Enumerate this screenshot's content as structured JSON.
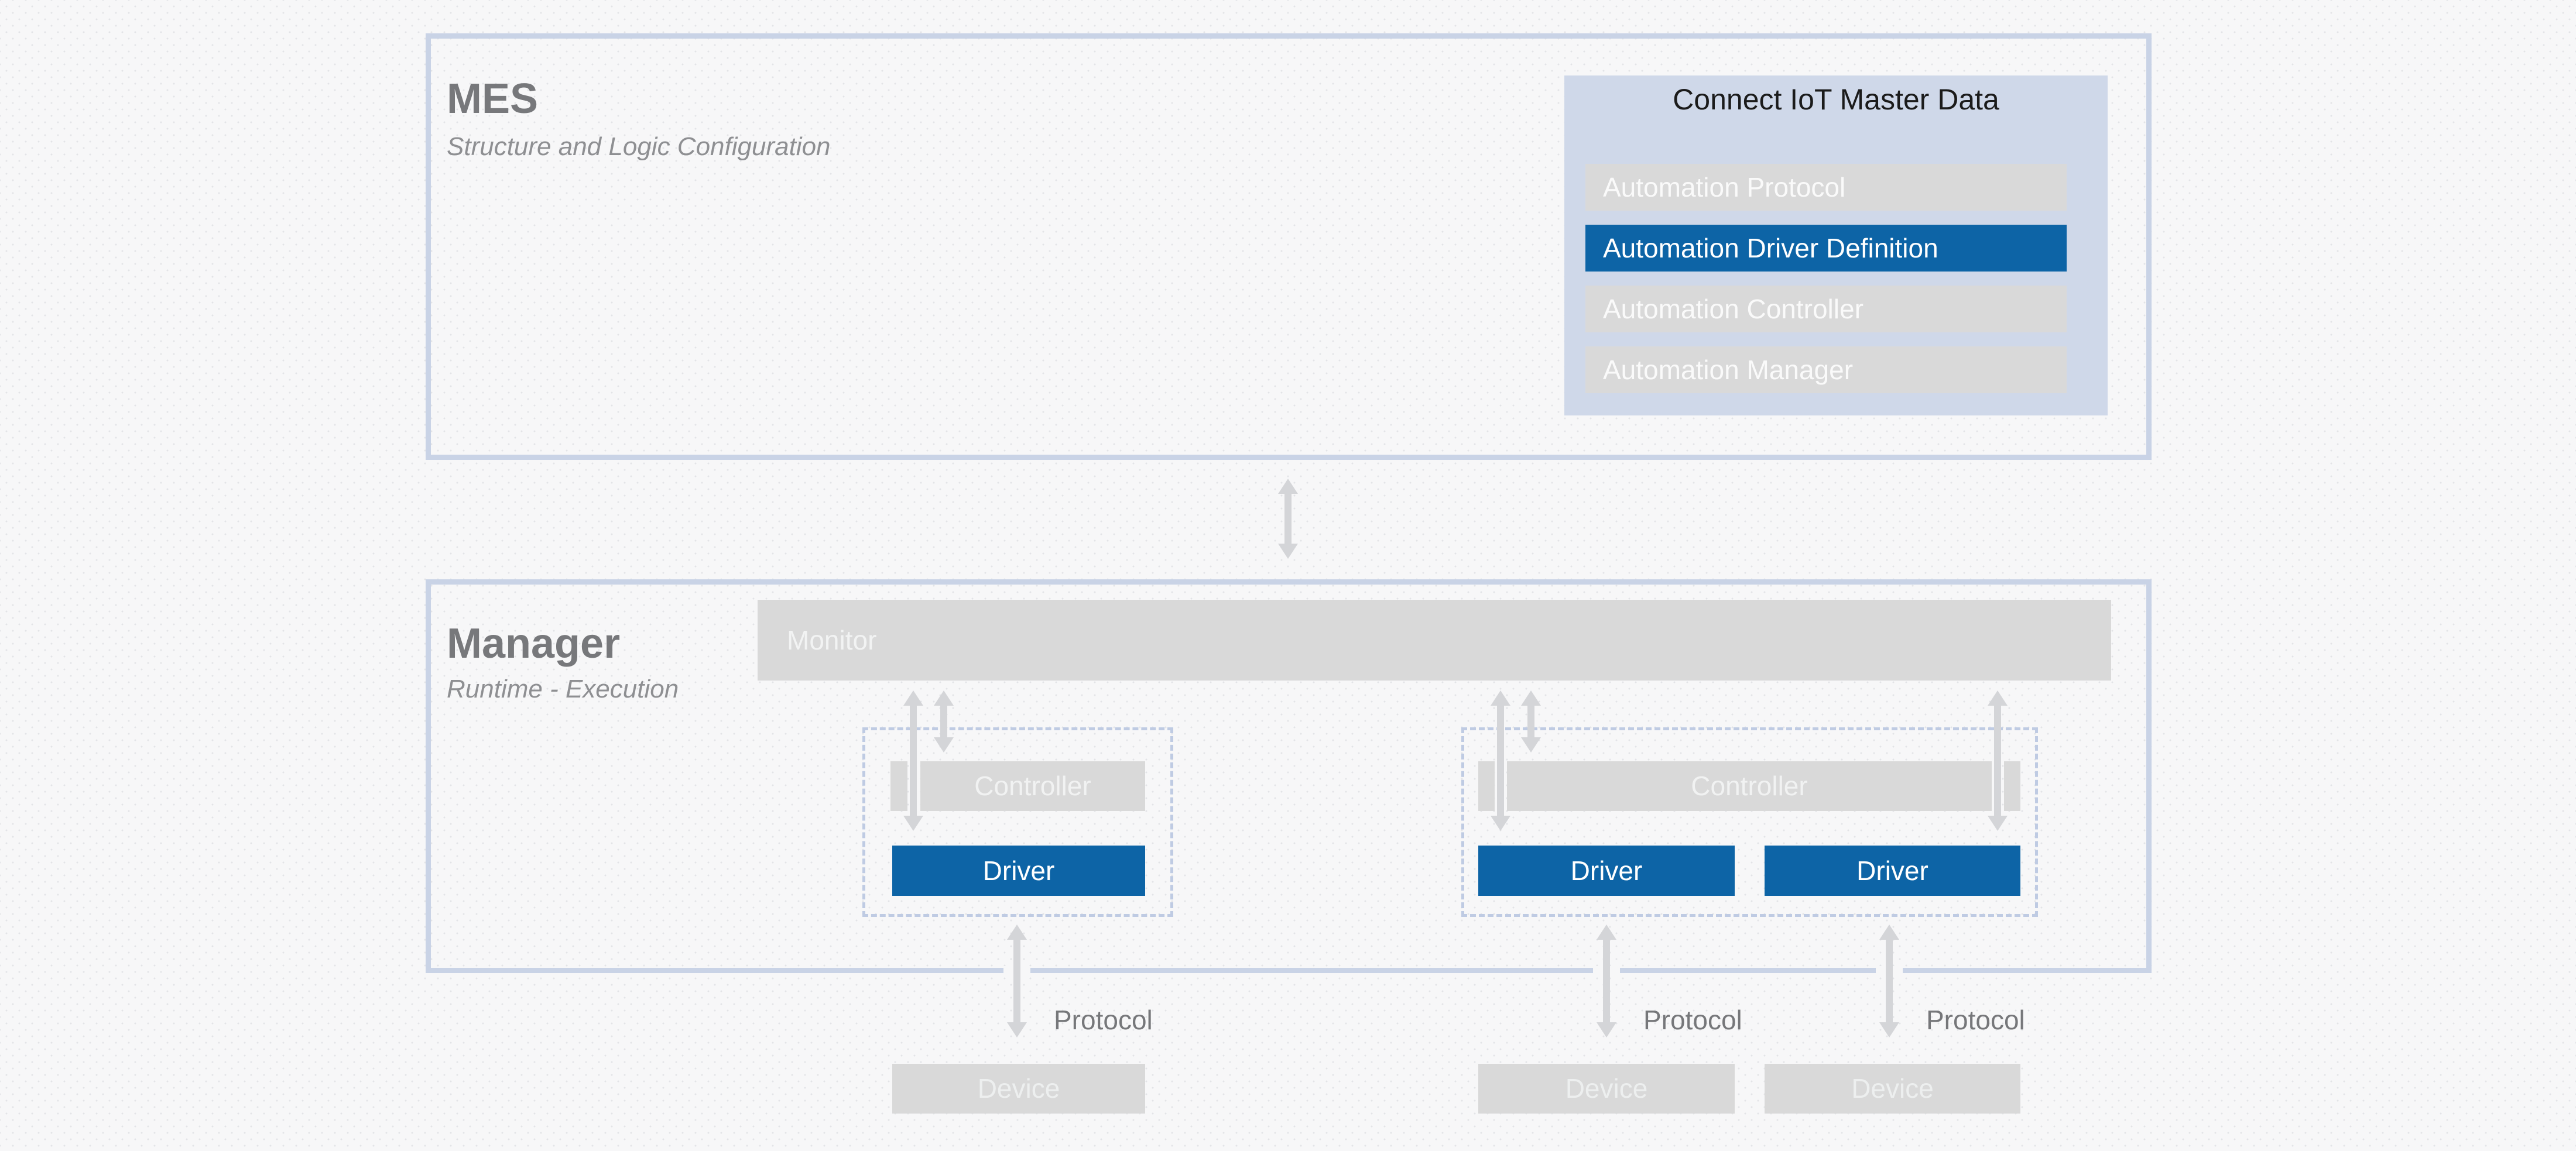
{
  "colors": {
    "accent_blue": "#0d64a6",
    "bar_gray": "#d9d9d9",
    "panel_blue": "#cfd8e9",
    "box_border": "#c9d3e6",
    "dashed_border": "#bfcbe3",
    "arrow_gray": "#d4d5d8"
  },
  "mes": {
    "title": "MES",
    "subtitle": "Structure and Logic Configuration"
  },
  "iot_panel": {
    "title": "Connect IoT Master Data",
    "items": [
      {
        "label": "Automation Protocol",
        "selected": false
      },
      {
        "label": "Automation Driver Definition",
        "selected": true
      },
      {
        "label": "Automation Controller",
        "selected": false
      },
      {
        "label": "Automation Manager",
        "selected": false
      }
    ]
  },
  "manager": {
    "title": "Manager",
    "subtitle": "Runtime - Execution",
    "monitor_label": "Monitor"
  },
  "groups": [
    {
      "controller_label": "Controller",
      "drivers": [
        "Driver"
      ]
    },
    {
      "controller_label": "Controller",
      "drivers": [
        "Driver",
        "Driver"
      ]
    }
  ],
  "protocol_labels": [
    "Protocol",
    "Protocol",
    "Protocol"
  ],
  "devices": [
    "Device",
    "Device",
    "Device"
  ]
}
